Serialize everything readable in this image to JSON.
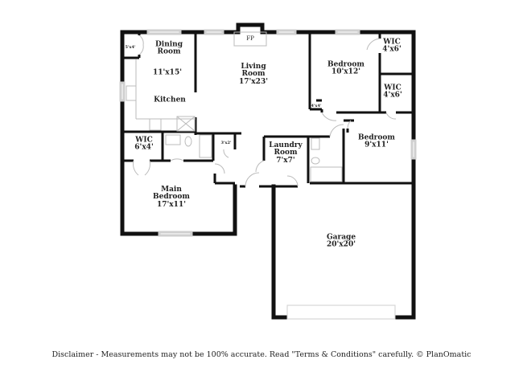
{
  "floorplan": {
    "rooms": {
      "dining_room": {
        "name": "Dining\nRoom",
        "line1": "Dining",
        "line2": "Room",
        "dim": ""
      },
      "kitchen_dining_dim": "11'x15'",
      "kitchen": {
        "name": "Kitchen"
      },
      "living_room": {
        "line1": "Living",
        "line2": "Room",
        "dim": "17'x23'"
      },
      "fireplace": "FP",
      "bedroom_ne": {
        "line1": "Bedroom",
        "dim": "10'x12'"
      },
      "wic_ne_top": {
        "line1": "WIC",
        "dim": "4'x6'"
      },
      "wic_ne_bottom": {
        "line1": "WIC",
        "dim": "4'x6'"
      },
      "bedroom_e": {
        "line1": "Bedroom",
        "dim": "9'x11'"
      },
      "laundry_room": {
        "line1": "Laundry",
        "line2": "Room",
        "dim": "7'x7'"
      },
      "wic_main": {
        "line1": "WIC",
        "dim": "6'x4'"
      },
      "main_bedroom": {
        "line1": "Main",
        "line2": "Bedroom",
        "dim": "17'x11'"
      },
      "garage": {
        "line1": "Garage",
        "dim": "20'x20'"
      },
      "closet_dining": "5'x4'",
      "closet_hall": "3'x2'",
      "closet_bedroom": "4'x4'"
    },
    "colors": {
      "wall": "#111111",
      "fixture": "#bbbbbb",
      "window": "#cfcfcf",
      "background": "#ffffff"
    }
  },
  "footer": {
    "disclaimer": "Disclaimer - Measurements may not be 100% accurate. Read \"Terms & Conditions\" carefully. © PlanOmatic"
  }
}
